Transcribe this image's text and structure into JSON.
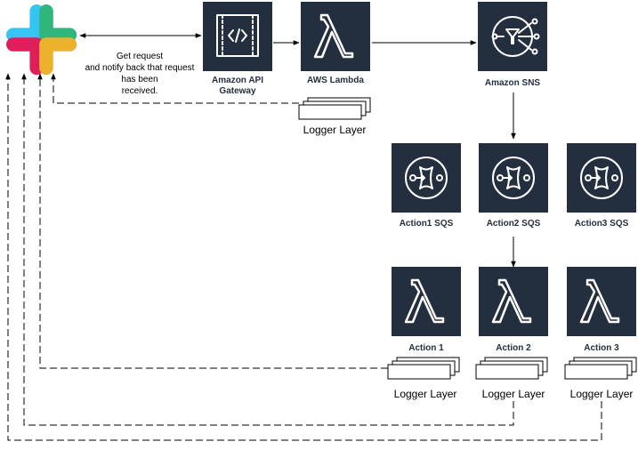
{
  "colors": {
    "tile": "#232f3e",
    "slack_blue": "#36c5f0",
    "slack_green": "#2eb67d",
    "slack_red": "#e01e5a",
    "slack_yellow": "#ecb22e"
  },
  "nodes": {
    "slack": {
      "icon": "slack-logo-icon"
    },
    "api_gateway": {
      "label_line1": "Amazon API",
      "label_line2": "Gateway",
      "icon": "api-gateway-icon"
    },
    "lambda": {
      "label": "AWS Lambda",
      "icon": "lambda-icon"
    },
    "sns": {
      "label": "Amazon SNS",
      "icon": "sns-icon"
    },
    "sqs1": {
      "label": "Action1 SQS",
      "icon": "sqs-icon"
    },
    "sqs2": {
      "label": "Action2 SQS",
      "icon": "sqs-icon"
    },
    "sqs3": {
      "label": "Action3 SQS",
      "icon": "sqs-icon"
    },
    "action1": {
      "label": "Action 1",
      "icon": "lambda-icon"
    },
    "action2": {
      "label": "Action 2",
      "icon": "lambda-icon"
    },
    "action3": {
      "label": "Action 3",
      "icon": "lambda-icon"
    }
  },
  "layers": {
    "main": "Logger Layer",
    "action1": "Logger Layer",
    "action2": "Logger Layer",
    "action3": "Logger Layer"
  },
  "annotation": {
    "line1": "Get request",
    "line2": "and notify back that request",
    "line3": "has been",
    "line4": "received."
  }
}
